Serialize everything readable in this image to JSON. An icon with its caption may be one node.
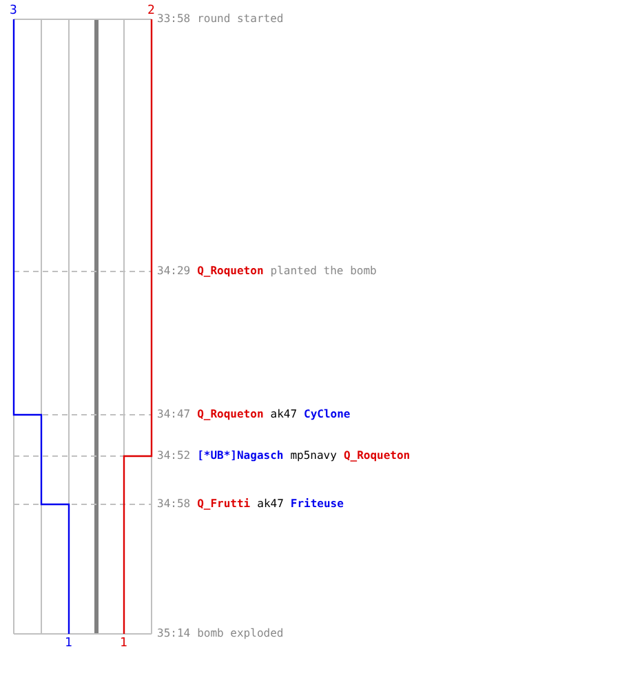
{
  "diagram": {
    "labels": [
      "3",
      "2",
      "33:58",
      "round started",
      "34:29",
      "Q_Roqueton",
      "planted the bomb",
      "34:47",
      "Q_Roqueton",
      "ak47",
      "CyClone",
      "34:52",
      "[*UB*]Nagasch",
      "mp5navy",
      "Q_Roqueton",
      "34:58",
      "Q_Frutti",
      "ak47",
      "Friteuse",
      "35:14",
      "bomb exploded",
      "1",
      "1"
    ]
  }
}
